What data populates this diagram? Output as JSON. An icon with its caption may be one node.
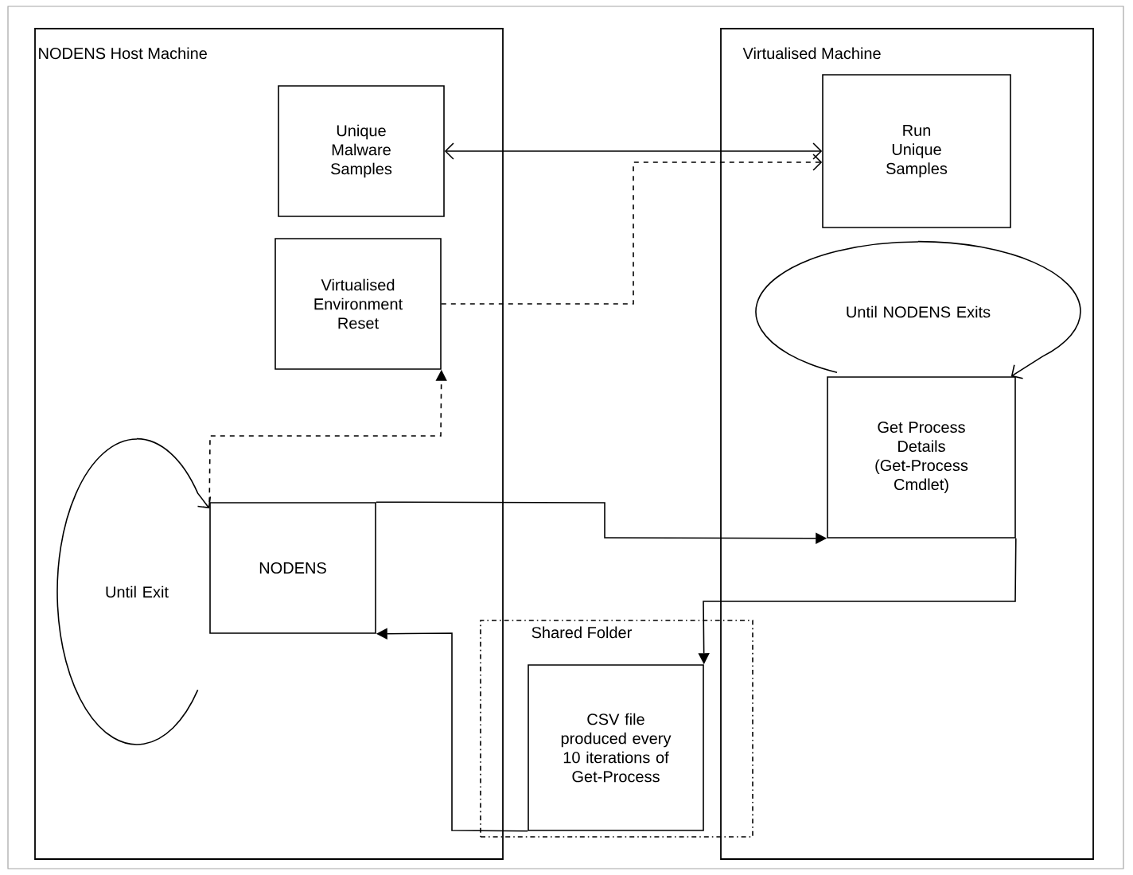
{
  "diagram": {
    "nodes": [
      {
        "text": [
          "NODENS Host Machine"
        ]
      },
      {
        "text": [
          "Virtualised Machine"
        ]
      },
      {
        "text": [
          "Unique Malware Samples"
        ],
        "in": 0
      },
      {
        "text": [
          "Virtualised Environment Reset"
        ],
        "in": 0
      },
      {
        "text": [
          "Until Exit"
        ],
        "in": 0
      },
      {
        "text": [
          "NODENS"
        ],
        "in": 0
      },
      {
        "text": [
          "Run Unique Samples"
        ],
        "in": 1
      },
      {
        "text": [
          "Until NODENS Exits"
        ],
        "in": 1
      },
      {
        "text": [
          "Get Process Details (Get-Process Cmdlet)"
        ],
        "in": 1
      },
      {
        "text": [
          "Shared Folder"
        ]
      },
      {
        "text": [
          "CSV file produced every 10 iterations of Get-Process"
        ],
        "in": 9
      }
    ],
    "edges": [
      {
        "from": 2,
        "to": 6,
        "arrow": "both"
      },
      {
        "from": 3,
        "to": 6,
        "arrow": "to",
        "style": "dashed"
      },
      {
        "from": 5,
        "to": 3,
        "arrow": "to",
        "style": "dashed"
      },
      {
        "from": 4,
        "to": 5,
        "arrow": "to"
      },
      {
        "from": 5,
        "to": 8,
        "arrow": "to"
      },
      {
        "from": 7,
        "to": 8,
        "arrow": "to"
      },
      {
        "from": 8,
        "to": 10,
        "arrow": "to"
      },
      {
        "from": 10,
        "to": 5,
        "arrow": "to"
      }
    ]
  }
}
